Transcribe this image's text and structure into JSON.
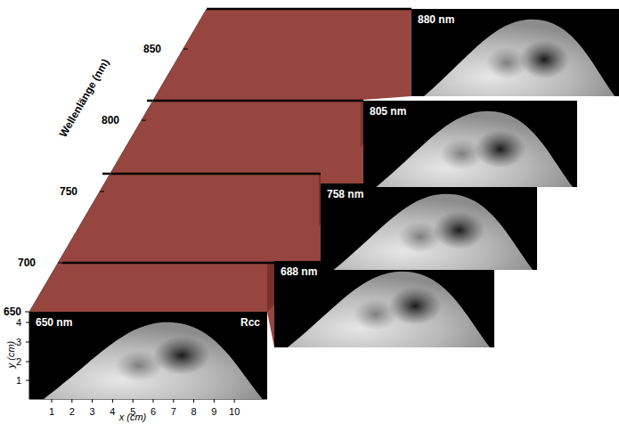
{
  "diagram": {
    "nodes": [
      {
        "text": [
          "650 nm",
          "Rcc"
        ]
      },
      {
        "text": [
          "688 nm"
        ]
      },
      {
        "text": [
          "758 nm"
        ]
      },
      {
        "text": [
          "805 nm"
        ]
      },
      {
        "text": [
          "880 nm"
        ]
      }
    ],
    "labels": [
      "Wellenlänge (nm)",
      "650",
      "700",
      "750",
      "800",
      "850",
      "y (cm)",
      "1",
      "2",
      "3",
      "4",
      "x (cm)",
      "1",
      "2",
      "3",
      "4",
      "5",
      "6",
      "7",
      "8",
      "9",
      "10"
    ]
  }
}
